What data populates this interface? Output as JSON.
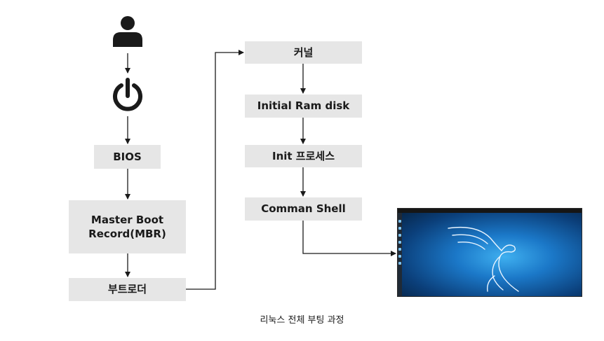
{
  "diagram": {
    "left_column": {
      "bios": "BIOS",
      "mbr_line1": "Master Boot",
      "mbr_line2": "Record(MBR)",
      "bootloader": "부트로더"
    },
    "right_column": {
      "kernel": "커널",
      "initrd": "Initial Ram disk",
      "init": "Init 프로세스",
      "shell": "Comman Shell"
    },
    "icons": [
      "user-icon",
      "power-icon"
    ],
    "caption": "리눅스 전체 부팅 과정",
    "colors": {
      "box_fill": "#e6e6e6",
      "text": "#1a1a1a",
      "connector": "#1a1a1a",
      "desktop_blue": "#1b78c8"
    }
  }
}
